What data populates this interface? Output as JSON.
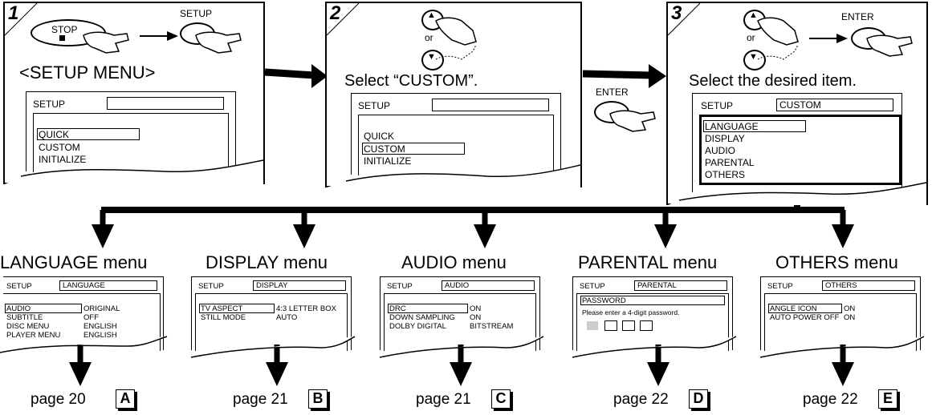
{
  "step1": {
    "number": "1",
    "stop_button": "STOP",
    "setup_button": "SETUP",
    "heading": "<SETUP MENU>",
    "screen_title": "SETUP",
    "items": [
      "QUICK",
      "CUSTOM",
      "INITIALIZE"
    ]
  },
  "step2": {
    "number": "2",
    "or_text": "or",
    "heading": "Select “CUSTOM”.",
    "screen_title": "SETUP",
    "items": [
      "QUICK",
      "CUSTOM",
      "INITIALIZE"
    ],
    "enter_button": "ENTER"
  },
  "step3": {
    "number": "3",
    "or_text": "or",
    "enter_button": "ENTER",
    "heading": "Select the desired item.",
    "screen_title": "SETUP",
    "screen_value": "CUSTOM",
    "items": [
      "LANGUAGE",
      "DISPLAY",
      "AUDIO",
      "PARENTAL",
      "OTHERS"
    ]
  },
  "menus": [
    {
      "title": "LANGUAGE menu",
      "setup": "SETUP",
      "value": "LANGUAGE",
      "rows": [
        [
          "AUDIO",
          "ORIGINAL"
        ],
        [
          "SUBTITLE",
          "OFF"
        ],
        [
          "DISC MENU",
          "ENGLISH"
        ],
        [
          "PLAYER MENU",
          "ENGLISH"
        ]
      ],
      "page": "page 20",
      "letter": "A"
    },
    {
      "title": "DISPLAY menu",
      "setup": "SETUP",
      "value": "DISPLAY",
      "rows": [
        [
          "TV ASPECT",
          "4:3 LETTER BOX"
        ],
        [
          "STILL MODE",
          "AUTO"
        ]
      ],
      "page": "page 21",
      "letter": "B"
    },
    {
      "title": "AUDIO menu",
      "setup": "SETUP",
      "value": "AUDIO",
      "rows": [
        [
          "DRC",
          "ON"
        ],
        [
          "DOWN SAMPLING",
          "ON"
        ],
        [
          "DOLBY DIGITAL",
          "BITSTREAM"
        ]
      ],
      "page": "page 21",
      "letter": "C"
    },
    {
      "title": "PARENTAL menu",
      "setup": "SETUP",
      "value": "PARENTAL",
      "password_label": "PASSWORD",
      "prompt": "Please enter a 4-digit password.",
      "page": "page 22",
      "letter": "D"
    },
    {
      "title": "OTHERS menu",
      "setup": "SETUP",
      "value": "OTHERS",
      "rows": [
        [
          "ANGLE ICON",
          "ON"
        ],
        [
          "AUTO POWER OFF",
          "ON"
        ]
      ],
      "page": "page 22",
      "letter": "E"
    }
  ]
}
